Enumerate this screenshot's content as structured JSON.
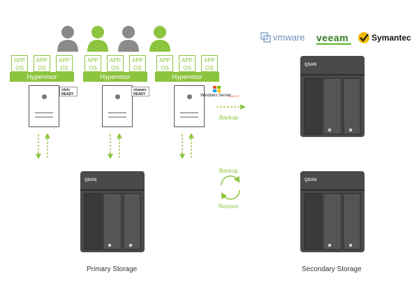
{
  "vendors": {
    "vmware": "vmware",
    "veeam": "veeam",
    "symantec": "Symantec"
  },
  "vm_stack": {
    "app": "APP",
    "os": "OS"
  },
  "hypervisor": "Hypervisor",
  "badges": {
    "citrix_top": "citrix",
    "citrix_bottom": "READY",
    "vmware_top": "vmware",
    "vmware_bottom": "READY"
  },
  "windows_server": "Windows Server",
  "windows_server_year": "2008 R2",
  "backup_top": "Backup",
  "backup_loop": "Backup",
  "restore": "Restore",
  "nas_brand": "QSAN",
  "primary_label": "Primary Storage",
  "secondary_label": "Secondary Storage",
  "colors": {
    "accent": "#8cc43f",
    "person_grey": "#8a8a8a",
    "person_green": "#8cc43f",
    "nas_body": "#4a4a4a"
  }
}
